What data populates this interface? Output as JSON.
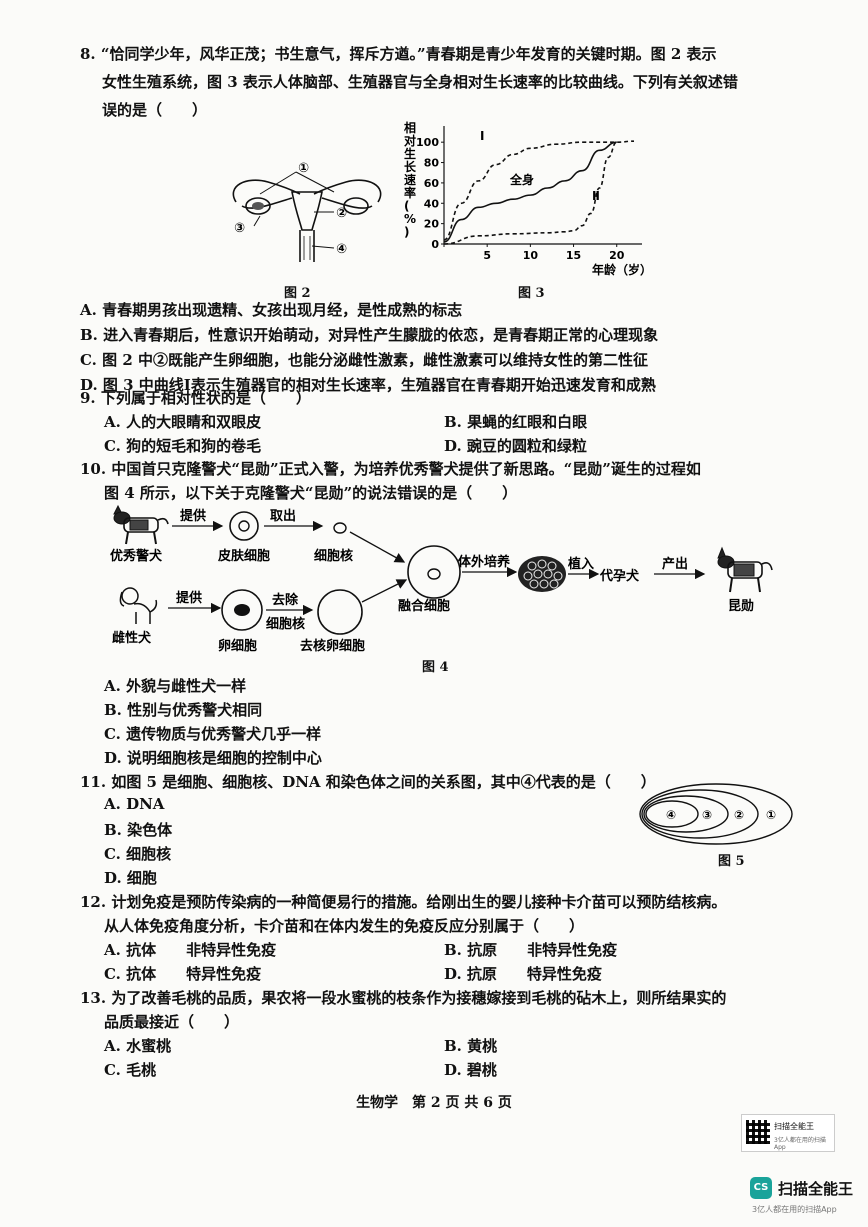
{
  "q8": {
    "lines": [
      "8. “恰同学少年，风华正茂；书生意气，挥斥方遒。”青春期是青少年发育的关键时期。图 2 表示",
      "女性生殖系统，图 3 表示人体脑部、生殖器官与全身相对生长速率的比较曲线。下列有关叙述错",
      "误的是（　　）"
    ],
    "fig2": {
      "caption": "图 2",
      "labels": [
        "①",
        "②",
        "③",
        "④"
      ]
    },
    "fig3": {
      "caption": "图 3",
      "ylabel": "相对生长速率(%)",
      "xlabel": "年龄（岁）",
      "curve_labels": [
        "Ⅰ",
        "全身",
        "Ⅱ"
      ]
    },
    "options": [
      "A. 青春期男孩出现遗精、女孩出现月经，是性成熟的标志",
      "B. 进入青春期后，性意识开始萌动，对异性产生朦胧的依恋，是青春期正常的心理现象",
      "C. 图 2 中②既能产生卵细胞，也能分泌雌性激素，雌性激素可以维持女性的第二性征",
      "D. 图 3 中曲线Ⅰ表示生殖器官的相对生长速率，生殖器官在青春期开始迅速发育和成熟"
    ]
  },
  "chart_data": {
    "type": "line",
    "xlabel": "年龄（岁）",
    "ylabel": "相对生长速率(%)",
    "xlim": [
      0,
      22
    ],
    "ylim": [
      0,
      110
    ],
    "x_ticks": [
      0,
      5,
      10,
      15,
      20
    ],
    "y_ticks": [
      0,
      20,
      40,
      60,
      80,
      100
    ],
    "series": [
      {
        "name": "Ⅰ",
        "style": "dashed",
        "x": [
          0,
          2,
          4,
          6,
          8,
          10,
          13,
          16,
          20,
          22
        ],
        "y": [
          4,
          40,
          62,
          78,
          88,
          94,
          98,
          100,
          100,
          101
        ]
      },
      {
        "name": "全身",
        "style": "solid",
        "x": [
          0,
          2,
          4,
          6,
          8,
          10,
          12,
          14,
          16,
          18,
          20
        ],
        "y": [
          2,
          24,
          36,
          40,
          44,
          48,
          55,
          62,
          72,
          92,
          100
        ]
      },
      {
        "name": "Ⅱ",
        "style": "dashed",
        "x": [
          0,
          4,
          8,
          12,
          14,
          15,
          16,
          17,
          18,
          19,
          20
        ],
        "y": [
          0,
          8,
          10,
          11,
          12,
          13,
          18,
          30,
          55,
          85,
          100
        ]
      }
    ]
  },
  "q9": {
    "stem": "9. 下列属于相对性状的是（　　）",
    "options": [
      "A. 人的大眼睛和双眼皮",
      "B. 果蝇的红眼和白眼",
      "C. 狗的短毛和狗的卷毛",
      "D. 豌豆的圆粒和绿粒"
    ]
  },
  "q10": {
    "lines": [
      "10. 中国首只克隆警犬“昆勋”正式入警，为培养优秀警犬提供了新思路。“昆勋”诞生的过程如",
      "图 4 所示，以下关于克隆警犬“昆勋”的说法错误的是（　　）"
    ],
    "fig4": {
      "caption": "图 4",
      "labels": {
        "police_dog": "优秀警犬",
        "provide1": "提供",
        "skin_cell": "皮肤细胞",
        "take_out": "取出",
        "nucleus": "细胞核",
        "female_dog": "雌性犬",
        "provide2": "提供",
        "egg_cell": "卵细胞",
        "remove": "去除",
        "remove_nucleus": "细胞核",
        "enucleated_egg": "去核卵细胞",
        "fused_cell": "融合细胞",
        "in_vitro": "体外培养",
        "implant": "植入",
        "surrogate": "代孕犬",
        "produce": "产出",
        "kunxun": "昆勋"
      }
    },
    "options": [
      "A. 外貌与雌性犬一样",
      "B. 性别与优秀警犬相同",
      "C. 遗传物质与优秀警犬几乎一样",
      "D. 说明细胞核是细胞的控制中心"
    ]
  },
  "q11": {
    "stem": "11. 如图 5 是细胞、细胞核、DNA 和染色体之间的关系图，其中④代表的是（　　）",
    "options": [
      "A. DNA",
      "B. 染色体",
      "C. 细胞核",
      "D. 细胞"
    ],
    "fig5": {
      "caption": "图 5",
      "labels": [
        "④",
        "③",
        "②",
        "①"
      ]
    }
  },
  "q12": {
    "lines": [
      "12. 计划免疫是预防传染病的一种简便易行的措施。给刚出生的婴儿接种卡介苗可以预防结核病。",
      "从人体免疫角度分析，卡介苗和在体内发生的免疫反应分别属于（　　）"
    ],
    "options": [
      "A. 抗体　　非特异性免疫",
      "B. 抗原　　非特异性免疫",
      "C. 抗体　　特异性免疫",
      "D. 抗原　　特异性免疫"
    ]
  },
  "q13": {
    "lines": [
      "13. 为了改善毛桃的品质，果农将一段水蜜桃的枝条作为接穗嫁接到毛桃的砧木上，则所结果实的",
      "品质最接近（　　）"
    ],
    "options": [
      "A. 水蜜桃",
      "B. 黄桃",
      "C. 毛桃",
      "D. 碧桃"
    ]
  },
  "footer": "生物学　第 2 页 共 6 页",
  "scanner": {
    "badge_title": "扫描全能王",
    "badge_sub": "3亿人都在用的扫描App",
    "logo": "CS",
    "name": "扫描全能王",
    "sub": "3亿人都在用的扫描App"
  }
}
